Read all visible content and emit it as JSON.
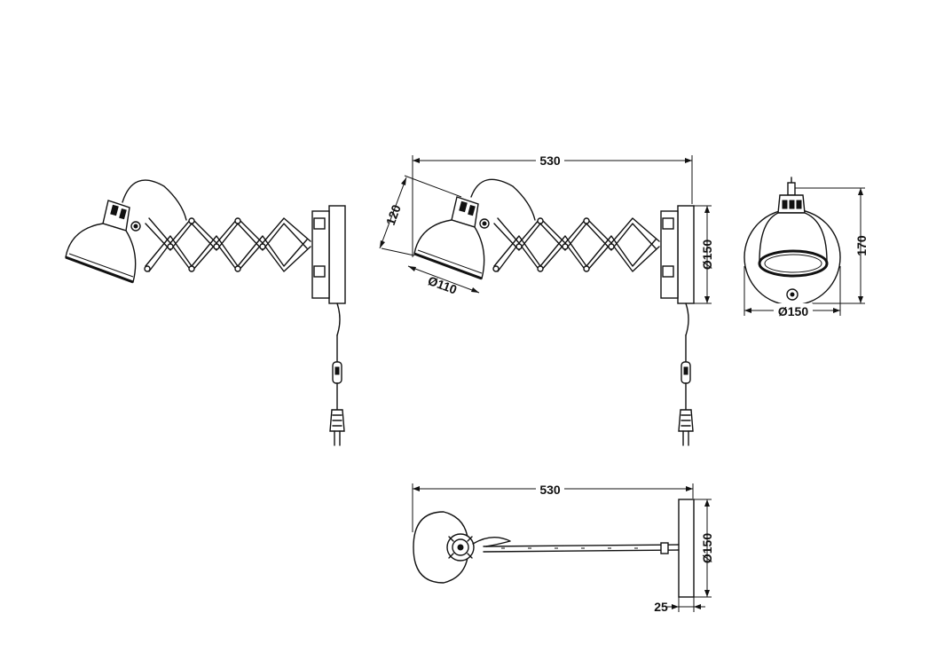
{
  "dimensions": {
    "front_width": "530",
    "front_head_height": "120",
    "front_shade_diameter": "Ø110",
    "front_plate_height": "Ø150",
    "side_height": "170",
    "side_diameter": "Ø150",
    "top_width": "530",
    "top_plate_diameter": "Ø150",
    "top_plate_depth": "25"
  },
  "colors": {
    "ink": "#111111",
    "paper": "#ffffff"
  }
}
